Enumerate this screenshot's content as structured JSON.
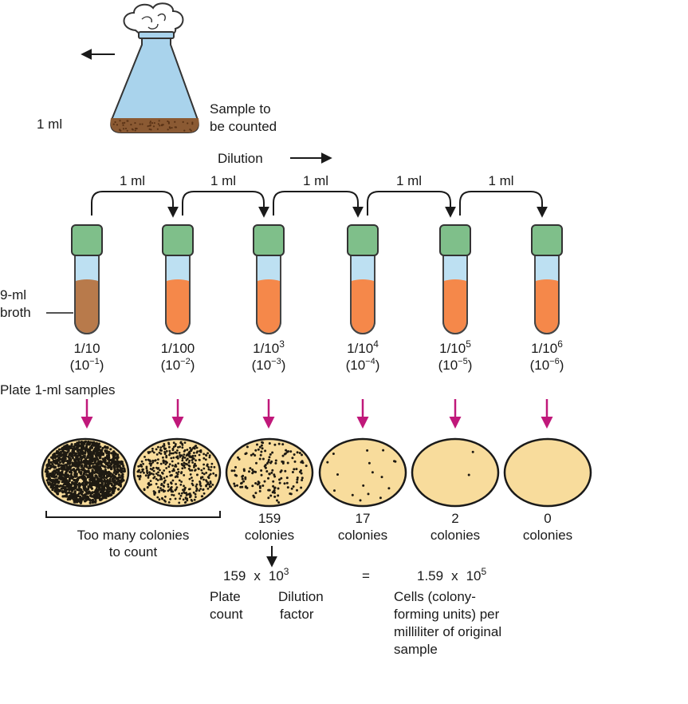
{
  "flask": {
    "transfer_label": "1 ml",
    "caption_line1": "Sample to",
    "caption_line2": "be counted"
  },
  "dilution_label": "Dilution",
  "transfer_label": "1 ml",
  "broth_label_line1": "9-ml",
  "broth_label_line2": "broth",
  "plate_samples_label": "Plate 1-ml samples",
  "tubes": [
    {
      "fraction_base": "1/10",
      "fraction_exp": "",
      "power_base": "(10",
      "power_exp": "−1",
      "power_close": ")"
    },
    {
      "fraction_base": "1/100",
      "fraction_exp": "",
      "power_base": "(10",
      "power_exp": "−2",
      "power_close": ")"
    },
    {
      "fraction_base": "1/10",
      "fraction_exp": "3",
      "power_base": "(10",
      "power_exp": "−3",
      "power_close": ")"
    },
    {
      "fraction_base": "1/10",
      "fraction_exp": "4",
      "power_base": "(10",
      "power_exp": "−4",
      "power_close": ")"
    },
    {
      "fraction_base": "1/10",
      "fraction_exp": "5",
      "power_base": "(10",
      "power_exp": "−5",
      "power_close": ")"
    },
    {
      "fraction_base": "1/10",
      "fraction_exp": "6",
      "power_base": "(10",
      "power_exp": "−6",
      "power_close": ")"
    }
  ],
  "plates": [
    {
      "count": "",
      "unit": ""
    },
    {
      "count": "",
      "unit": ""
    },
    {
      "count": "159",
      "unit": "colonies"
    },
    {
      "count": "17",
      "unit": "colonies"
    },
    {
      "count": "2",
      "unit": "colonies"
    },
    {
      "count": "0",
      "unit": "colonies"
    }
  ],
  "too_many_line1": "Too many colonies",
  "too_many_line2": "to count",
  "calculation": {
    "plate_count": "159",
    "times": "x",
    "factor_base": "10",
    "factor_exp": "3",
    "plate_label_line1": "Plate",
    "plate_label_line2": "count",
    "dilution_label_line1": "Dilution",
    "dilution_label_line2": "factor",
    "equals": "=",
    "result_mantissa": "1.59",
    "result_times": "x",
    "result_base": "10",
    "result_exp": "5",
    "result_line1": "Cells (colony-",
    "result_line2": "forming units) per",
    "result_line3": "milliliter of original",
    "result_line4": "sample"
  },
  "colors": {
    "flask_glass": "#a9d3ec",
    "flask_sediment": "#8b5a33",
    "tube_cap": "#7fbf8a",
    "tube_broth_first": "#b87a4b",
    "tube_broth": "#f5884a",
    "tube_headspace": "#bde0f2",
    "plate_agar": "#f8dc9c",
    "sample_arrow": "#c0187a",
    "colony": "#1e1a12"
  }
}
